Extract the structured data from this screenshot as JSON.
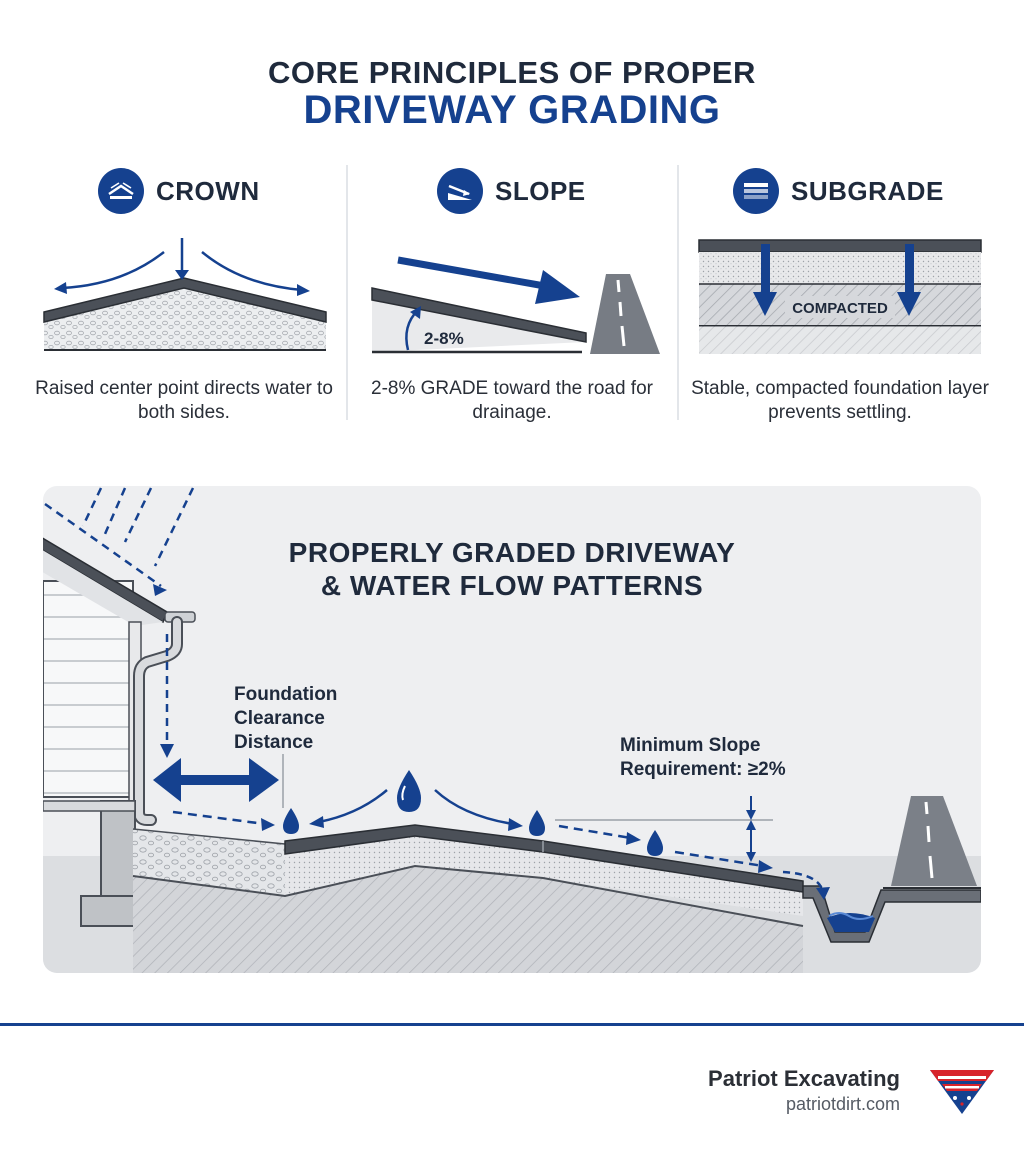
{
  "header": {
    "title_line1": "CORE PRINCIPLES OF PROPER",
    "title_line2": "DRIVEWAY GRADING"
  },
  "principles": [
    {
      "label": "CROWN",
      "icon": "crown-icon",
      "caption": "Raised center point directs water to both sides."
    },
    {
      "label": "SLOPE",
      "icon": "slope-icon",
      "caption": "2-8% GRADE toward the road for drainage.",
      "art_label": "2-8%"
    },
    {
      "label": "SUBGRADE",
      "icon": "subgrade-icon",
      "caption": "Stable, compacted foundation layer prevents settling.",
      "art_label": "COMPACTED"
    }
  ],
  "diagram": {
    "title_line1": "PROPERLY GRADED DRIVEWAY",
    "title_line2": "& WATER FLOW PATTERNS",
    "clearance_label_line1": "Foundation",
    "clearance_label_line2": "Clearance",
    "clearance_label_line3": "Distance",
    "slope_label_line1": "Minimum Slope",
    "slope_label_line2": "Requirement: ≥2%"
  },
  "footer": {
    "brand_name": "Patriot Excavating",
    "brand_url": "patriotdirt.com",
    "logo_icon": "patriot-shield-logo-icon"
  },
  "colors": {
    "brand_blue": "#15418f",
    "dark_text": "#1f2a3c",
    "accent_red": "#d8232a"
  }
}
